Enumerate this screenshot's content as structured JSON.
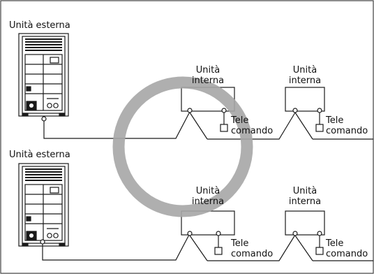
{
  "outdoor_units": [
    {
      "label": "Unità esterna"
    },
    {
      "label": "Unità esterna"
    }
  ],
  "indoor_units": [
    {
      "line1": "Unità",
      "line2": "interna"
    },
    {
      "line1": "Unità",
      "line2": "interna"
    },
    {
      "line1": "Unità",
      "line2": "interna"
    },
    {
      "line1": "Unità",
      "line2": "interna"
    }
  ],
  "remote_controls": [
    {
      "line1": "Tele",
      "line2": "comando"
    },
    {
      "line1": "Tele",
      "line2": "comando"
    },
    {
      "line1": "Tele",
      "line2": "comando"
    },
    {
      "line1": "Tele",
      "line2": "comando"
    }
  ],
  "colors": {
    "line": "#1a1a1a",
    "ring": "#a6a6a6",
    "border": "#444444"
  },
  "symbols": {
    "overlay": "correct-ring-symbol"
  }
}
